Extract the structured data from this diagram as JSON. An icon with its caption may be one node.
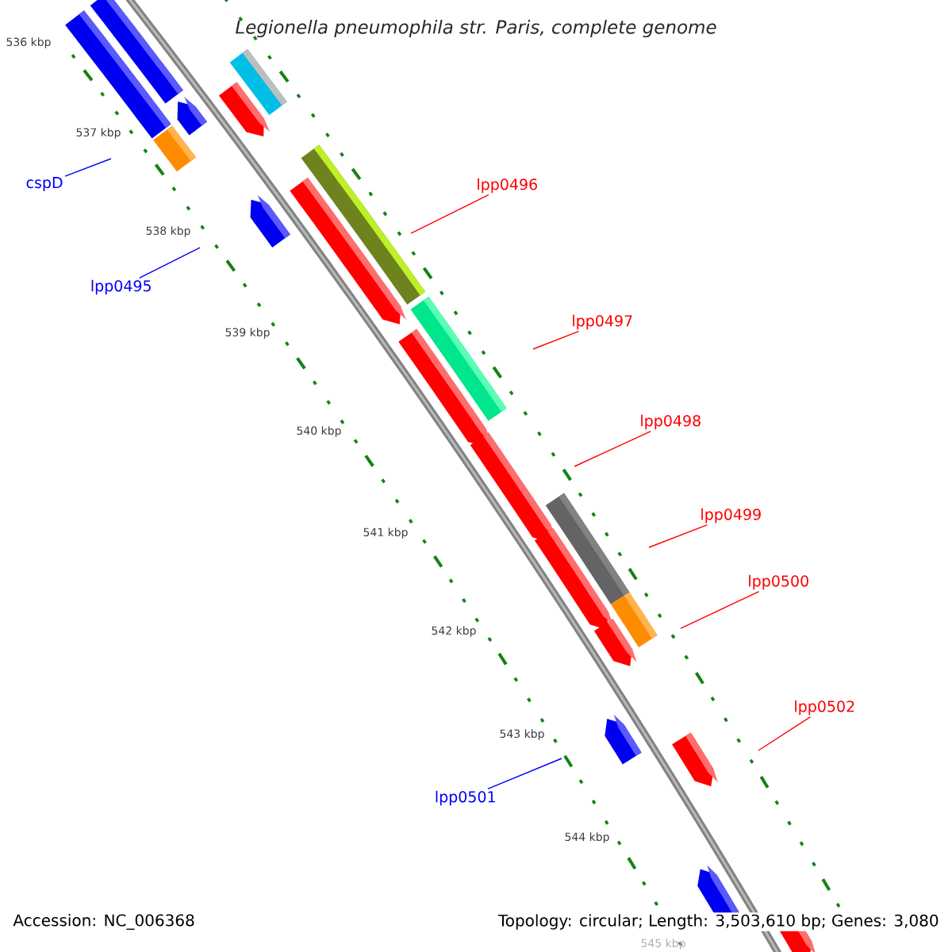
{
  "diagram": {
    "title": "Legionella pneumophila str. Paris, complete genome",
    "nodes": [
      {
        "text": [
          "cspD"
        ]
      },
      {
        "text": [
          "lpp0495"
        ]
      },
      {
        "text": [
          "lpp0496"
        ]
      },
      {
        "text": [
          "lpp0497"
        ]
      },
      {
        "text": [
          "lpp0498"
        ]
      },
      {
        "text": [
          "lpp0499"
        ]
      },
      {
        "text": [
          "lpp0500"
        ]
      },
      {
        "text": [
          "lpp0502"
        ]
      },
      {
        "text": [
          "lpp0501"
        ]
      }
    ],
    "edges": [
      {
        "from": 0,
        "to": null,
        "arrow": "none",
        "color": "#0000ff"
      },
      {
        "from": 1,
        "to": null,
        "arrow": "none",
        "color": "#0000ff"
      },
      {
        "from": 2,
        "to": null,
        "arrow": "none"
      },
      {
        "from": 3,
        "to": null,
        "arrow": "none"
      },
      {
        "from": 4,
        "to": null,
        "arrow": "none"
      },
      {
        "from": 5,
        "to": null,
        "arrow": "none"
      },
      {
        "from": 6,
        "to": null,
        "arrow": "none"
      },
      {
        "from": 7,
        "to": null,
        "arrow": "none"
      },
      {
        "from": 8,
        "to": null,
        "arrow": "none",
        "color": "#0000ff"
      }
    ],
    "labels": [
      "536 kbp",
      "537 kbp",
      "538 kbp",
      "539 kbp",
      "540 kbp",
      "541 kbp",
      "542 kbp",
      "543 kbp",
      "544 kbp",
      "545 kbp",
      "Accession: NC_006368",
      "Topology: circular; Length: 3,503,610 bp; Genes: 3,080"
    ]
  }
}
